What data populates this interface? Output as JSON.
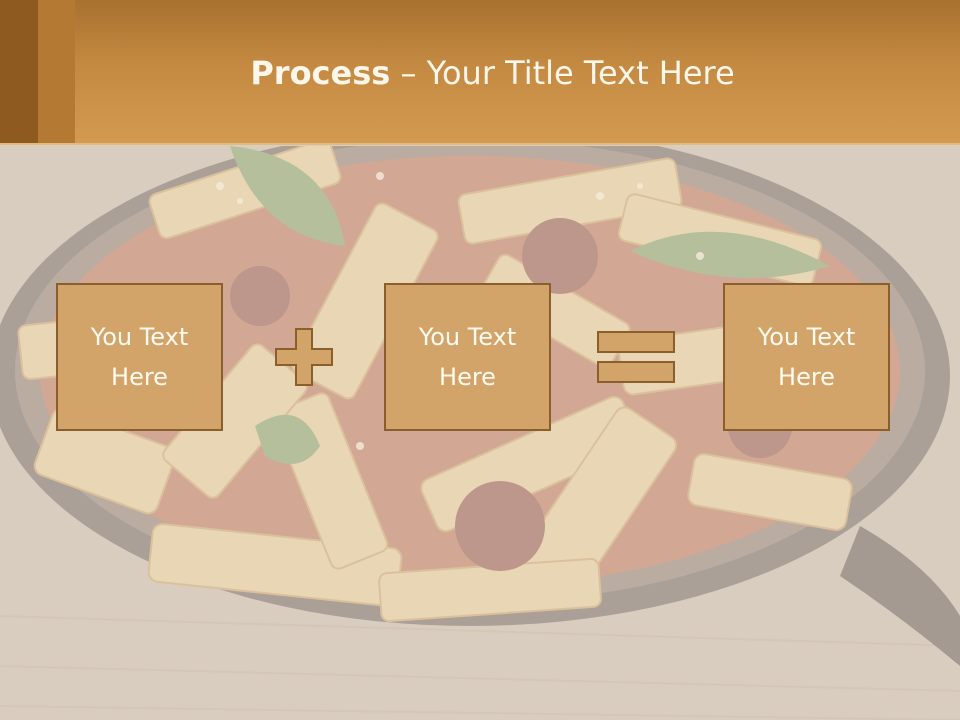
{
  "title": {
    "bold": "Process",
    "rest": " – Your Title Text Here"
  },
  "steps": [
    {
      "label": "You Text Here"
    },
    {
      "label": "You Text Here"
    },
    {
      "label": "You Text Here"
    }
  ],
  "operators": [
    "plus-icon",
    "equals-icon"
  ],
  "colors": {
    "header": "#c48a42",
    "box_fill": "#d2a469",
    "box_border": "#8a5f2c",
    "text": "#fffaf0"
  }
}
